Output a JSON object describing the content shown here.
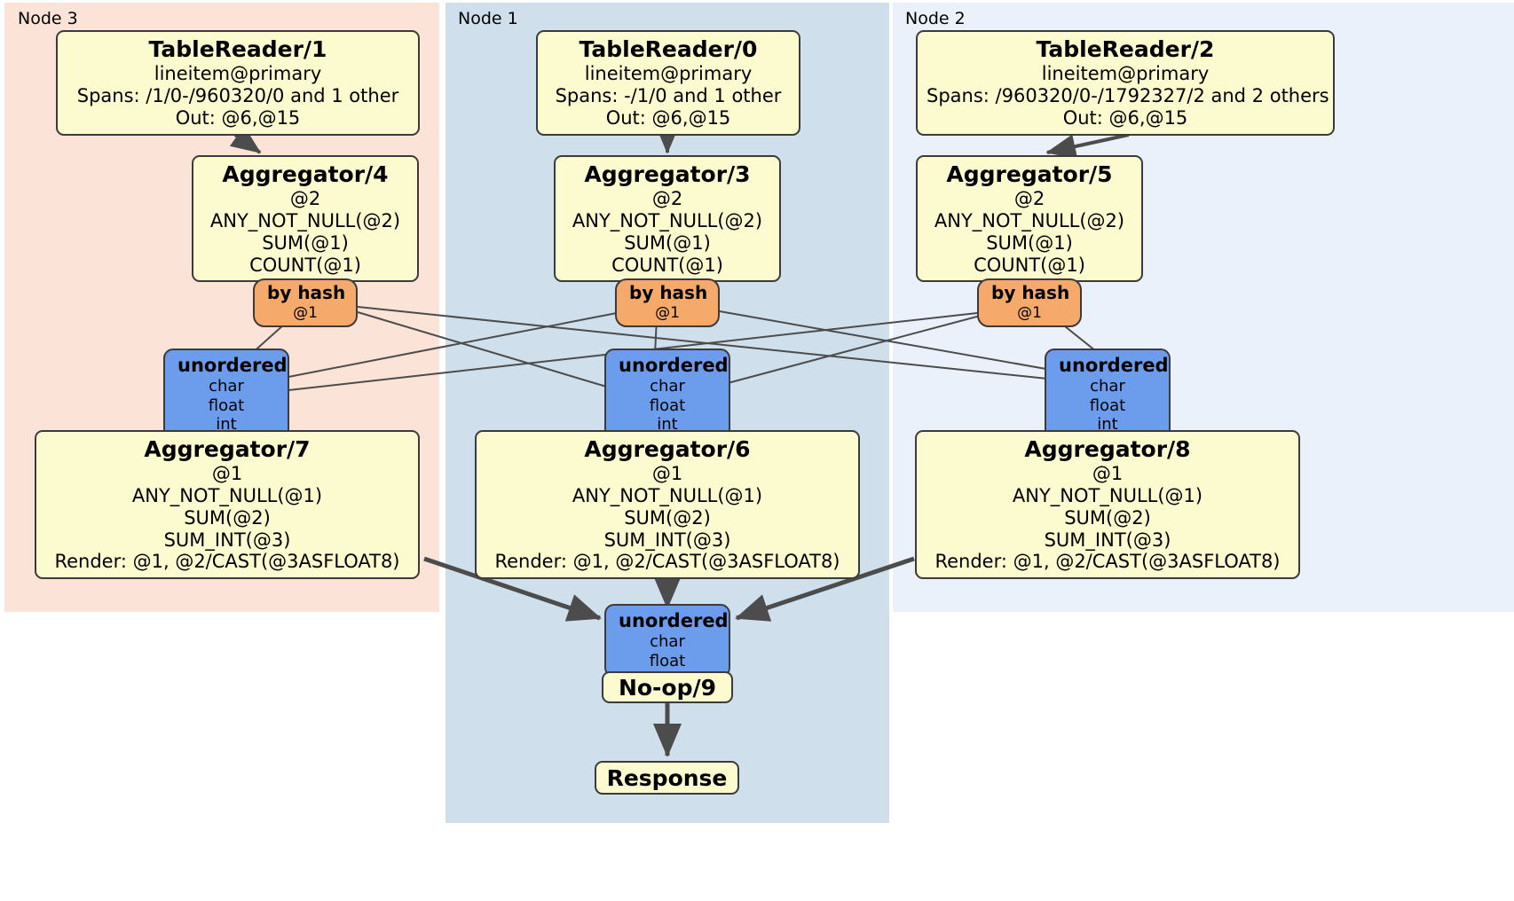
{
  "diagram": {
    "title": "Distributed SQL physical plan",
    "colors": {
      "panel_node3": "#fbe3d7",
      "panel_node1": "#cfdfeb",
      "panel_node2": "#ebf1fb",
      "processor_fill": "#fbfbcf",
      "router_fill": "#f5a96a",
      "sync_fill": "#6c9ded",
      "border": "#3b3b3b",
      "edge": "#4c4c4c"
    }
  },
  "panels": [
    {
      "id": "node3",
      "label": "Node 3"
    },
    {
      "id": "node1",
      "label": "Node 1"
    },
    {
      "id": "node2",
      "label": "Node 2"
    }
  ],
  "nodes": {
    "tablereader_1": {
      "title": "TableReader/1",
      "lines": [
        "lineitem@primary",
        "Spans: /1/0-/960320/0 and 1 other",
        "Out: @6,@15"
      ]
    },
    "tablereader_0": {
      "title": "TableReader/0",
      "lines": [
        "lineitem@primary",
        "Spans: -/1/0 and 1 other",
        "Out: @6,@15"
      ]
    },
    "tablereader_2": {
      "title": "TableReader/2",
      "lines": [
        "lineitem@primary",
        "Spans: /960320/0-/1792327/2 and 2 others",
        "Out: @6,@15"
      ]
    },
    "aggregator_4": {
      "title": "Aggregator/4",
      "lines": [
        "@2",
        "ANY_NOT_NULL(@2)",
        "SUM(@1)",
        "COUNT(@1)"
      ]
    },
    "aggregator_3": {
      "title": "Aggregator/3",
      "lines": [
        "@2",
        "ANY_NOT_NULL(@2)",
        "SUM(@1)",
        "COUNT(@1)"
      ]
    },
    "aggregator_5": {
      "title": "Aggregator/5",
      "lines": [
        "@2",
        "ANY_NOT_NULL(@2)",
        "SUM(@1)",
        "COUNT(@1)"
      ]
    },
    "router_left": {
      "title": "by hash",
      "lines": [
        "@1"
      ]
    },
    "router_center": {
      "title": "by hash",
      "lines": [
        "@1"
      ]
    },
    "router_right": {
      "title": "by hash",
      "lines": [
        "@1"
      ]
    },
    "sync_left": {
      "title": "unordered",
      "lines": [
        "char",
        "float",
        "int"
      ]
    },
    "sync_center": {
      "title": "unordered",
      "lines": [
        "char",
        "float",
        "int"
      ]
    },
    "sync_right": {
      "title": "unordered",
      "lines": [
        "char",
        "float",
        "int"
      ]
    },
    "aggregator_7": {
      "title": "Aggregator/7",
      "lines": [
        "@1",
        "ANY_NOT_NULL(@1)",
        "SUM(@2)",
        "SUM_INT(@3)",
        "Render: @1, @2/CAST(@3ASFLOAT8)"
      ]
    },
    "aggregator_6": {
      "title": "Aggregator/6",
      "lines": [
        "@1",
        "ANY_NOT_NULL(@1)",
        "SUM(@2)",
        "SUM_INT(@3)",
        "Render: @1, @2/CAST(@3ASFLOAT8)"
      ]
    },
    "aggregator_8": {
      "title": "Aggregator/8",
      "lines": [
        "@1",
        "ANY_NOT_NULL(@1)",
        "SUM(@2)",
        "SUM_INT(@3)",
        "Render: @1, @2/CAST(@3ASFLOAT8)"
      ]
    },
    "sync_final": {
      "title": "unordered",
      "lines": [
        "char",
        "float"
      ]
    },
    "noop_9": {
      "title": "No-op/9"
    },
    "response": {
      "title": "Response"
    }
  }
}
